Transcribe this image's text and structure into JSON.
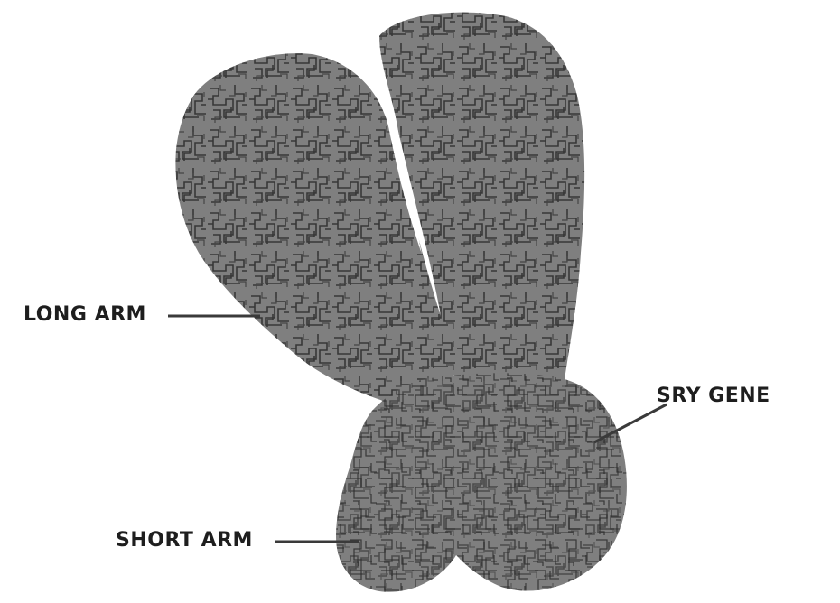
{
  "labels": {
    "long_arm": "LONG ARM",
    "short_arm": "SHORT ARM",
    "sry_gene": "SRY GENE"
  },
  "colors": {
    "background": "#ffffff",
    "chromosome_fill": "#7f7f7f",
    "chromosome_texture": "#2a2a2a",
    "label_text": "#1e1e1e",
    "leader_line": "#3a3a3a"
  }
}
